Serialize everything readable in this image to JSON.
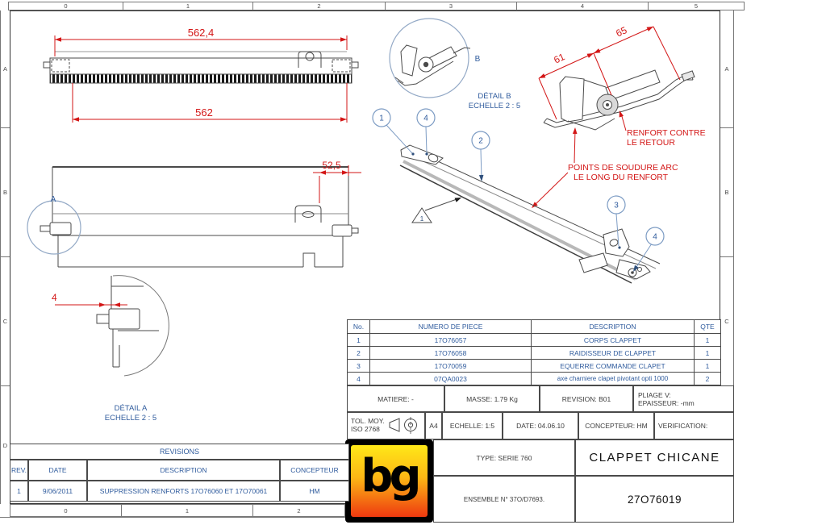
{
  "frame": {
    "top_cols": [
      "0",
      "1",
      "2",
      "3",
      "4",
      "5"
    ],
    "bottom_cols": [
      "0",
      "1",
      "2"
    ],
    "left_rows": [
      "A",
      "B",
      "C",
      "D"
    ],
    "right_rows": [
      "A",
      "B",
      "C"
    ]
  },
  "drawing": {
    "dims": {
      "outer_length": "562,4",
      "inner_length": "562",
      "end_offset": "52,5",
      "pin_offset": "4",
      "flap_width": "61",
      "renfort_width": "65"
    },
    "labels": {
      "detail_a_title": "DÉTAIL A",
      "detail_a_scale": "ECHELLE 2 : 5",
      "detail_b_title": "DÉTAIL B",
      "detail_b_scale": "ECHELLE 2 : 5",
      "view_a": "A",
      "view_b": "B"
    },
    "notes": {
      "renfort_line1": "RENFORT CONTRE",
      "renfort_line2": "LE RETOUR",
      "soudure_line1": "POINTS DE SOUDURE ARC",
      "soudure_line2": "LE LONG DU RENFORT"
    },
    "balloons": [
      "1",
      "4",
      "2",
      "3",
      "4"
    ],
    "flag": "1"
  },
  "parts_table": {
    "headers": [
      "No.",
      "NUMERO DE PIECE",
      "DESCRIPTION",
      "QTE"
    ],
    "rows": [
      [
        "1",
        "17O76057",
        "CORPS CLAPPET",
        "1"
      ],
      [
        "2",
        "17O76058",
        "RAIDISSEUR DE CLAPPET",
        "1"
      ],
      [
        "3",
        "17O70059",
        "EQUERRE COMMANDE CLAPET",
        "1"
      ],
      [
        "4",
        "07QA0023",
        "axe charniere clapet pivotant opti 1000",
        "2"
      ]
    ]
  },
  "title_block": {
    "matiere": "MATIERE: -",
    "masse": "MASSE: 1.79 Kg",
    "revision": "REVISION: B01",
    "pliage": "PLIAGE V:",
    "epaisseur": "EPAISSEUR: -mm",
    "tol_line1": "TOL. MOY.",
    "tol_line2": "ISO 2768",
    "format": "A4",
    "echelle": "ECHELLE: 1:5",
    "date": "DATE: 04.06.10",
    "concepteur": "CONCEPTEUR: HM",
    "verification": "VERIFICATION:",
    "type": "TYPE: SERIE 760",
    "title": "CLAPPET CHICANE",
    "ensemble": "ENSEMBLE N° 37O/D7693.",
    "part_number": "27O76019"
  },
  "revisions": {
    "title": "REVISIONS",
    "headers": [
      "REV.",
      "DATE",
      "DESCRIPTION",
      "CONCEPTEUR"
    ],
    "rows": [
      [
        "1",
        "9/06/2011",
        "SUPPRESSION RENFORTS  17O76060 ET 17O70061",
        "HM"
      ]
    ]
  },
  "logo": {
    "text": "bg"
  },
  "colors": {
    "dimension_red": "#d31616",
    "annotation_blue": "#2f5b9d",
    "line_gray": "#4a4a4a",
    "logo_gradient_top": "#ffe818",
    "logo_gradient_bottom": "#ee3910"
  }
}
